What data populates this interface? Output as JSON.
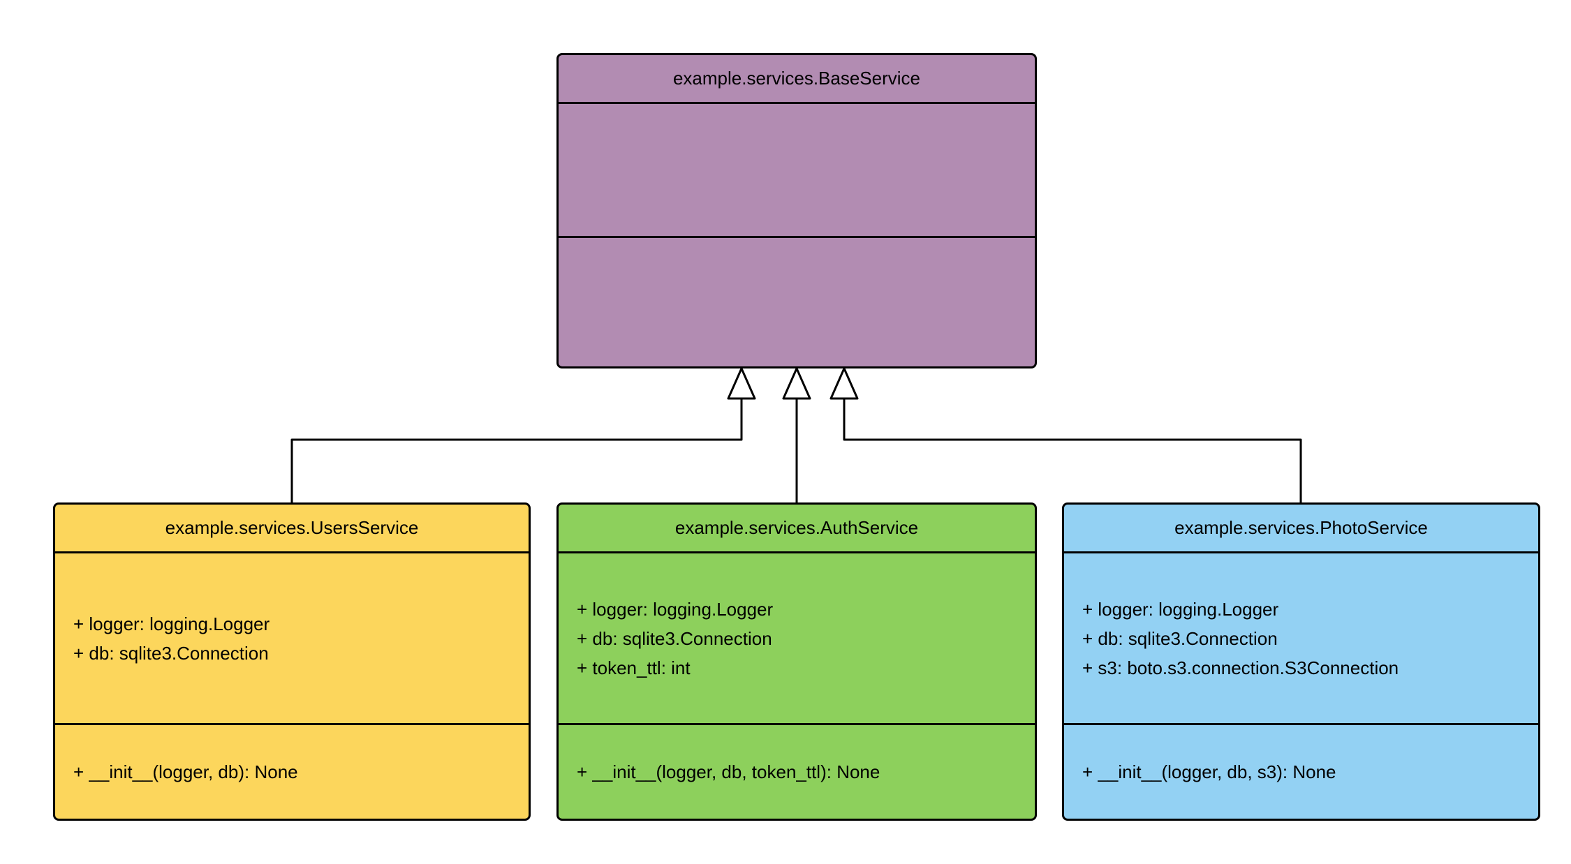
{
  "canvas": {
    "background": "#ffffff",
    "line_color": "#000000"
  },
  "classes": [
    {
      "name": "example.services.BaseService",
      "fill": "#b28cb2",
      "attributes": [],
      "methods": []
    },
    {
      "name": "example.services.UsersService",
      "fill": "#fcd65c",
      "attributes": [
        "+ logger: logging.Logger",
        "+ db: sqlite3.Connection"
      ],
      "methods": [
        "+ __init__(logger, db): None"
      ]
    },
    {
      "name": "example.services.AuthService",
      "fill": "#8dd05c",
      "attributes": [
        "+ logger: logging.Logger",
        "+ db: sqlite3.Connection",
        "+ token_ttl: int"
      ],
      "methods": [
        "+ __init__(logger, db, token_ttl): None"
      ]
    },
    {
      "name": "example.services.PhotoService",
      "fill": "#93d1f3",
      "attributes": [
        "+ logger: logging.Logger",
        "+ db: sqlite3.Connection",
        "+ s3: boto.s3.connection.S3Connection"
      ],
      "methods": [
        "+ __init__(logger, db, s3): None"
      ]
    }
  ],
  "relationships": [
    {
      "type": "inheritance",
      "from": "example.services.UsersService",
      "to": "example.services.BaseService"
    },
    {
      "type": "inheritance",
      "from": "example.services.AuthService",
      "to": "example.services.BaseService"
    },
    {
      "type": "inheritance",
      "from": "example.services.PhotoService",
      "to": "example.services.BaseService"
    }
  ]
}
